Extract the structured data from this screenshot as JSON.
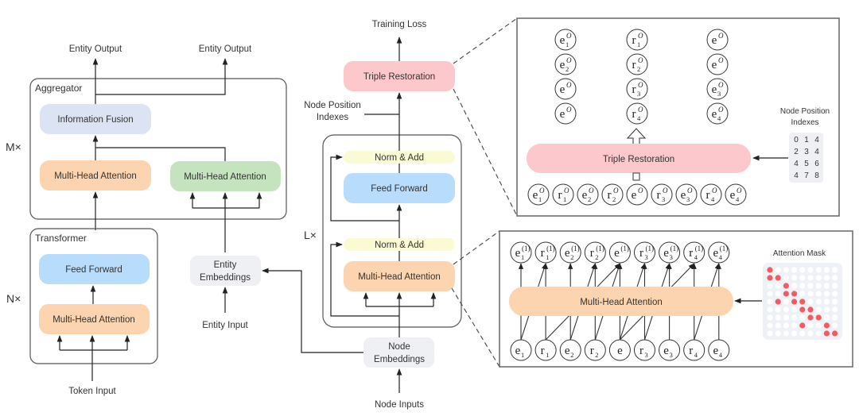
{
  "colors": {
    "orange": "#fcd5b0",
    "blue": "#b8dcfb",
    "lavender": "#dce3f3",
    "green": "#c6e3bf",
    "pink": "#fcc8cb",
    "yellow": "#fbfbd3",
    "gray_box": "#eef0f3",
    "mask_red": "#f25c60",
    "mask_bg": "#eef1f6",
    "stroke": "#333333"
  },
  "left": {
    "outputs": [
      "Entity Output",
      "Entity Output"
    ],
    "aggregator": {
      "title": "Aggregator",
      "repeat": "M×",
      "fusion": "Information Fusion",
      "token_mha": "Multi-Head Attention",
      "entity_mha": "Multi-Head Attention"
    },
    "transformer": {
      "title": "Transformer",
      "repeat": "N×",
      "ffn": "Feed Forward",
      "mha": "Multi-Head Attention"
    },
    "token_input": "Token Input",
    "entity_embeddings": [
      "Entity",
      "Embeddings"
    ],
    "entity_input": "Entity Input"
  },
  "middle": {
    "training_loss": "Training Loss",
    "triple_restoration": "Triple Restoration",
    "node_position_indexes": [
      "Node Position",
      "Indexes"
    ],
    "repeat": "L×",
    "norm_add_top": "Norm & Add",
    "ffn": "Feed Forward",
    "norm_add_bottom": "Norm & Add",
    "mha": "Multi-Head Attention",
    "node_embeddings": [
      "Node",
      "Embeddings"
    ],
    "node_inputs": "Node Inputs"
  },
  "top_panel": {
    "output_columns": [
      [
        {
          "b": "e",
          "sub": "1",
          "sup": "O"
        },
        {
          "b": "e",
          "sub": "2",
          "sup": "O"
        },
        {
          "b": "e",
          "sub": "",
          "sup": "O"
        },
        {
          "b": "e",
          "sub": "",
          "sup": "O"
        }
      ],
      [
        {
          "b": "r",
          "sub": "1",
          "sup": "O"
        },
        {
          "b": "r",
          "sub": "2",
          "sup": "O"
        },
        {
          "b": "r",
          "sub": "3",
          "sup": "O"
        },
        {
          "b": "r",
          "sub": "4",
          "sup": "O"
        }
      ],
      [
        {
          "b": "e",
          "sub": "",
          "sup": "O"
        },
        {
          "b": "e",
          "sub": "",
          "sup": "O"
        },
        {
          "b": "e",
          "sub": "3",
          "sup": "O"
        },
        {
          "b": "e",
          "sub": "4",
          "sup": "O"
        }
      ]
    ],
    "triple_restoration": "Triple Restoration",
    "input_row": [
      {
        "b": "e",
        "sub": "1",
        "sup": "O"
      },
      {
        "b": "r",
        "sub": "1",
        "sup": "O"
      },
      {
        "b": "e",
        "sub": "2",
        "sup": "O"
      },
      {
        "b": "r",
        "sub": "2",
        "sup": "O"
      },
      {
        "b": "e",
        "sub": "",
        "sup": "O"
      },
      {
        "b": "r",
        "sub": "3",
        "sup": "O"
      },
      {
        "b": "e",
        "sub": "3",
        "sup": "O"
      },
      {
        "b": "r",
        "sub": "4",
        "sup": "O"
      },
      {
        "b": "e",
        "sub": "4",
        "sup": "O"
      }
    ],
    "index_label": [
      "Node Position",
      "Indexes"
    ],
    "index_matrix": [
      [
        "0",
        "1",
        "4"
      ],
      [
        "2",
        "3",
        "4"
      ],
      [
        "4",
        "5",
        "6"
      ],
      [
        "4",
        "7",
        "8"
      ]
    ]
  },
  "bottom_panel": {
    "outputs": [
      {
        "b": "e",
        "sub": "1",
        "sup": "(1)"
      },
      {
        "b": "r",
        "sub": "1",
        "sup": "(1)"
      },
      {
        "b": "e",
        "sub": "2",
        "sup": "(1)"
      },
      {
        "b": "r",
        "sub": "2",
        "sup": "(1)"
      },
      {
        "b": "e",
        "sub": "",
        "sup": "(1)"
      },
      {
        "b": "r",
        "sub": "3",
        "sup": "(1)"
      },
      {
        "b": "e",
        "sub": "3",
        "sup": "(1)"
      },
      {
        "b": "r",
        "sub": "4",
        "sup": "(1)"
      },
      {
        "b": "e",
        "sub": "4",
        "sup": "(1)"
      }
    ],
    "inputs": [
      {
        "b": "e",
        "sub": "1",
        "sup": ""
      },
      {
        "b": "r",
        "sub": "1",
        "sup": ""
      },
      {
        "b": "e",
        "sub": "2",
        "sup": ""
      },
      {
        "b": "r",
        "sub": "2",
        "sup": ""
      },
      {
        "b": "e",
        "sub": "",
        "sup": ""
      },
      {
        "b": "r",
        "sub": "3",
        "sup": ""
      },
      {
        "b": "e",
        "sub": "3",
        "sup": ""
      },
      {
        "b": "r",
        "sub": "4",
        "sup": ""
      },
      {
        "b": "e",
        "sub": "4",
        "sup": ""
      }
    ],
    "mha": "Multi-Head Attention",
    "connections": [
      [
        0,
        0
      ],
      [
        0,
        1
      ],
      [
        1,
        1
      ],
      [
        1,
        4
      ],
      [
        2,
        2
      ],
      [
        2,
        3
      ],
      [
        3,
        3
      ],
      [
        3,
        4
      ],
      [
        4,
        4
      ],
      [
        4,
        5
      ],
      [
        4,
        7
      ],
      [
        5,
        5
      ],
      [
        5,
        6
      ],
      [
        6,
        6
      ],
      [
        7,
        7
      ],
      [
        7,
        8
      ],
      [
        8,
        8
      ]
    ],
    "mask_title": "Attention Mask",
    "mask_size": 9,
    "mask_red": [
      [
        0,
        0
      ],
      [
        1,
        0
      ],
      [
        1,
        1
      ],
      [
        2,
        2
      ],
      [
        3,
        2
      ],
      [
        3,
        3
      ],
      [
        4,
        1
      ],
      [
        4,
        3
      ],
      [
        4,
        4
      ],
      [
        5,
        4
      ],
      [
        5,
        5
      ],
      [
        6,
        5
      ],
      [
        6,
        6
      ],
      [
        7,
        4
      ],
      [
        7,
        7
      ],
      [
        8,
        7
      ],
      [
        8,
        8
      ]
    ]
  }
}
